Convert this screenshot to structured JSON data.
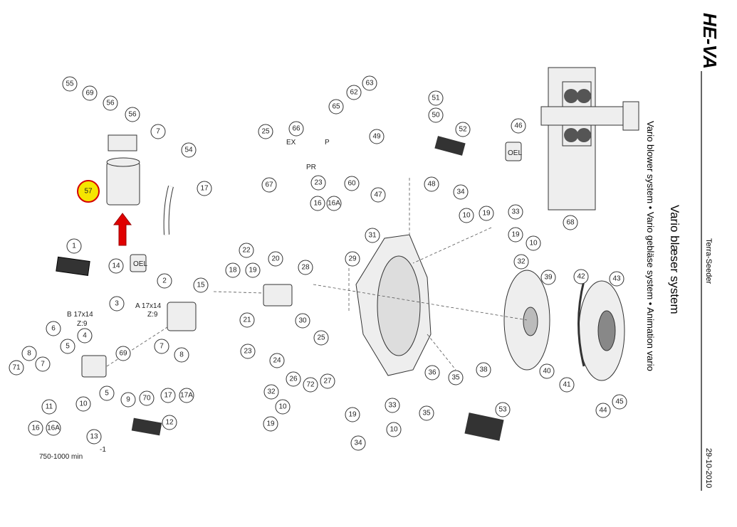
{
  "header": {
    "logo": "HE-VA",
    "product": "Terra-Seeder",
    "title": "Vario blæser system",
    "subtitle": "Vario blower system • Vario gebläse system • Animation vario",
    "date": "29-10-2010"
  },
  "diagram": {
    "callouts": [
      "55",
      "69",
      "56",
      "56",
      "7",
      "54",
      "17",
      "57",
      "65",
      "62",
      "63",
      "51",
      "50",
      "52",
      "46",
      "25",
      "66",
      "67",
      "23",
      "60",
      "16",
      "16A",
      "49",
      "47",
      "48",
      "34",
      "10",
      "19",
      "33",
      "19",
      "10",
      "32",
      "68",
      "31",
      "1",
      "14",
      "22",
      "20",
      "29",
      "28",
      "18",
      "19",
      "2",
      "15",
      "3",
      "39",
      "42",
      "43",
      "21",
      "30",
      "25",
      "23",
      "24",
      "26",
      "72",
      "27",
      "6",
      "4",
      "7",
      "8",
      "8",
      "7",
      "5",
      "71",
      "69",
      "9",
      "5",
      "70",
      "17",
      "17A",
      "11",
      "10",
      "16",
      "16A",
      "12",
      "13",
      "32",
      "10",
      "19",
      "33",
      "19",
      "10",
      "34",
      "35",
      "36",
      "35",
      "38",
      "40",
      "41",
      "44",
      "45",
      "53"
    ],
    "highlighted_callout": "57",
    "highlight_color": "#f5e500",
    "highlight_ring": "#d40000",
    "arrow_color": "#e00000",
    "part_labels": {
      "pump_b": "B 17x14",
      "pump_b_z": "Z:9",
      "pump_a": "A 17x14",
      "pump_a_z": "Z:9",
      "ex": "EX",
      "p": "P",
      "pr": "PR",
      "oel1": "OEL",
      "oel2": "OEL",
      "speed": "750-1000 min",
      "speed_exp": "-1"
    }
  }
}
